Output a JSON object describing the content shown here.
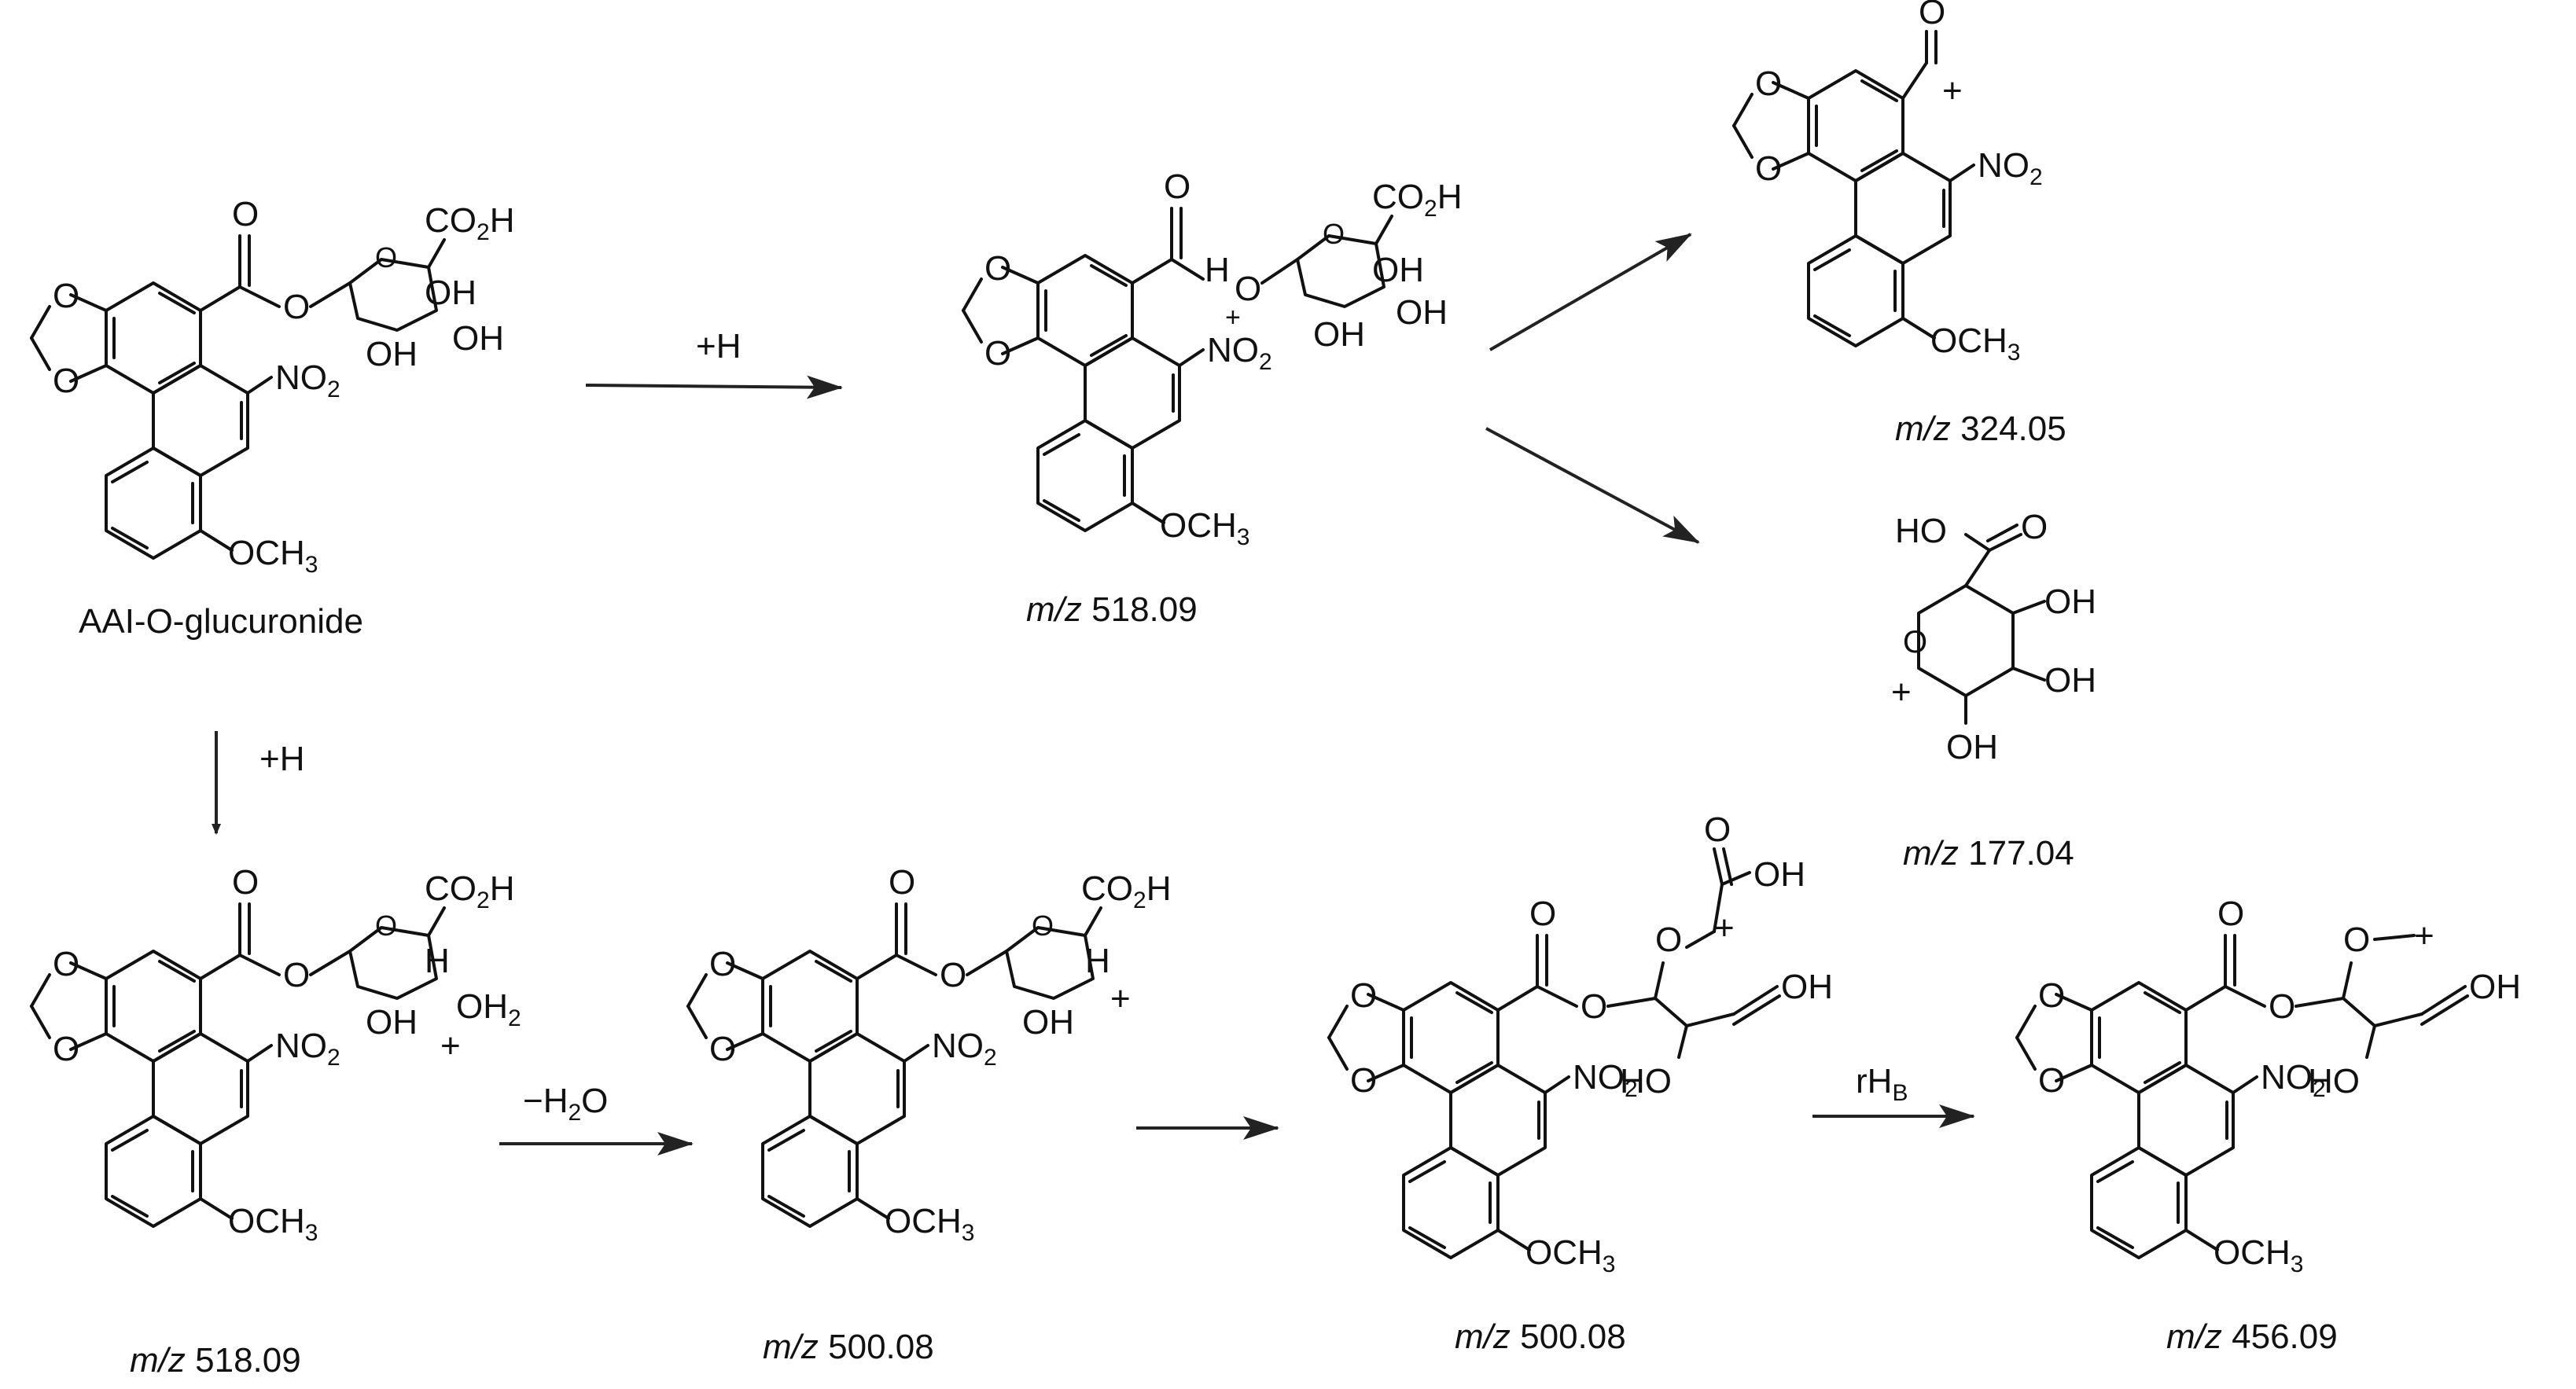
{
  "diagram": {
    "title": "",
    "compounds": [
      {
        "id": "c1",
        "caption_italic": "",
        "caption": "AAI-O-glucuronide"
      },
      {
        "id": "c2",
        "caption_italic": "m/z",
        "caption": "518.09"
      },
      {
        "id": "c3",
        "caption_italic": "m/z",
        "caption": "324.05"
      },
      {
        "id": "c4",
        "caption_italic": "m/z",
        "caption": "177.04"
      },
      {
        "id": "c5",
        "caption_italic": "m/z",
        "caption": "518.09"
      },
      {
        "id": "c6",
        "caption_italic": "m/z",
        "caption": "500.08"
      },
      {
        "id": "c7",
        "caption_italic": "m/z",
        "caption": "500.08"
      },
      {
        "id": "c8",
        "caption_italic": "m/z",
        "caption": "456.09"
      }
    ],
    "steps": [
      {
        "id": "s1",
        "from": "c1",
        "to": "c2",
        "label": "+H",
        "sub": ""
      },
      {
        "id": "s2",
        "from": "c2",
        "to": "c3",
        "label": "",
        "sub": ""
      },
      {
        "id": "s3",
        "from": "c2",
        "to": "c4",
        "label": "",
        "sub": ""
      },
      {
        "id": "s4",
        "from": "c1",
        "to": "c5",
        "label": "+H",
        "sub": ""
      },
      {
        "id": "s5",
        "from": "c5",
        "to": "c6",
        "label": "−H",
        "sub": "2",
        "label_tail": "O"
      },
      {
        "id": "s6",
        "from": "c6",
        "to": "c7",
        "label": "",
        "sub": ""
      },
      {
        "id": "s7",
        "from": "c7",
        "to": "c8",
        "label": "rH",
        "sub": "B"
      }
    ],
    "atom_labels": {
      "oxygen": "O",
      "nitro": "NO",
      "nitro_sub": "2",
      "methoxy": "OCH",
      "methoxy_sub": "3",
      "carboxyl": "CO",
      "carboxyl_sub": "2",
      "carboxyl_tail": "H",
      "hydroxyl": "OH",
      "hydroxyl_rev": "HO",
      "water_lig": "OH",
      "water_sub": "2",
      "hydrogen": "H",
      "plus": "+",
      "minus": "−",
      "acid_head": "HO"
    }
  }
}
